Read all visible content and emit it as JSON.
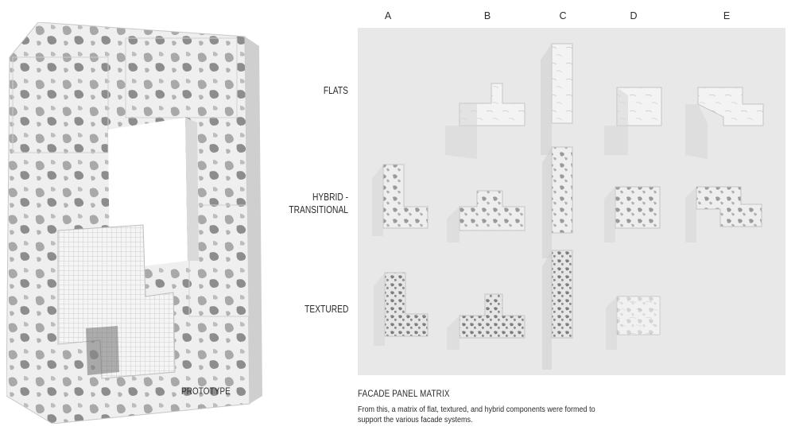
{
  "columns": [
    "A",
    "B",
    "C",
    "D",
    "E"
  ],
  "rows": [
    "FLATS",
    "HYBRID - TRANSITIONAL",
    "TEXTURED"
  ],
  "row_lines": [
    [
      "FLATS"
    ],
    [
      "HYBRID -",
      "TRANSITIONAL"
    ],
    [
      "TEXTURED"
    ]
  ],
  "prototype_label": "PROTOTYPE",
  "matrix_title": "FACADE PANEL MATRIX",
  "matrix_caption": "From this, a matrix of flat, textured, and hybrid components were formed to support the various facade systems."
}
